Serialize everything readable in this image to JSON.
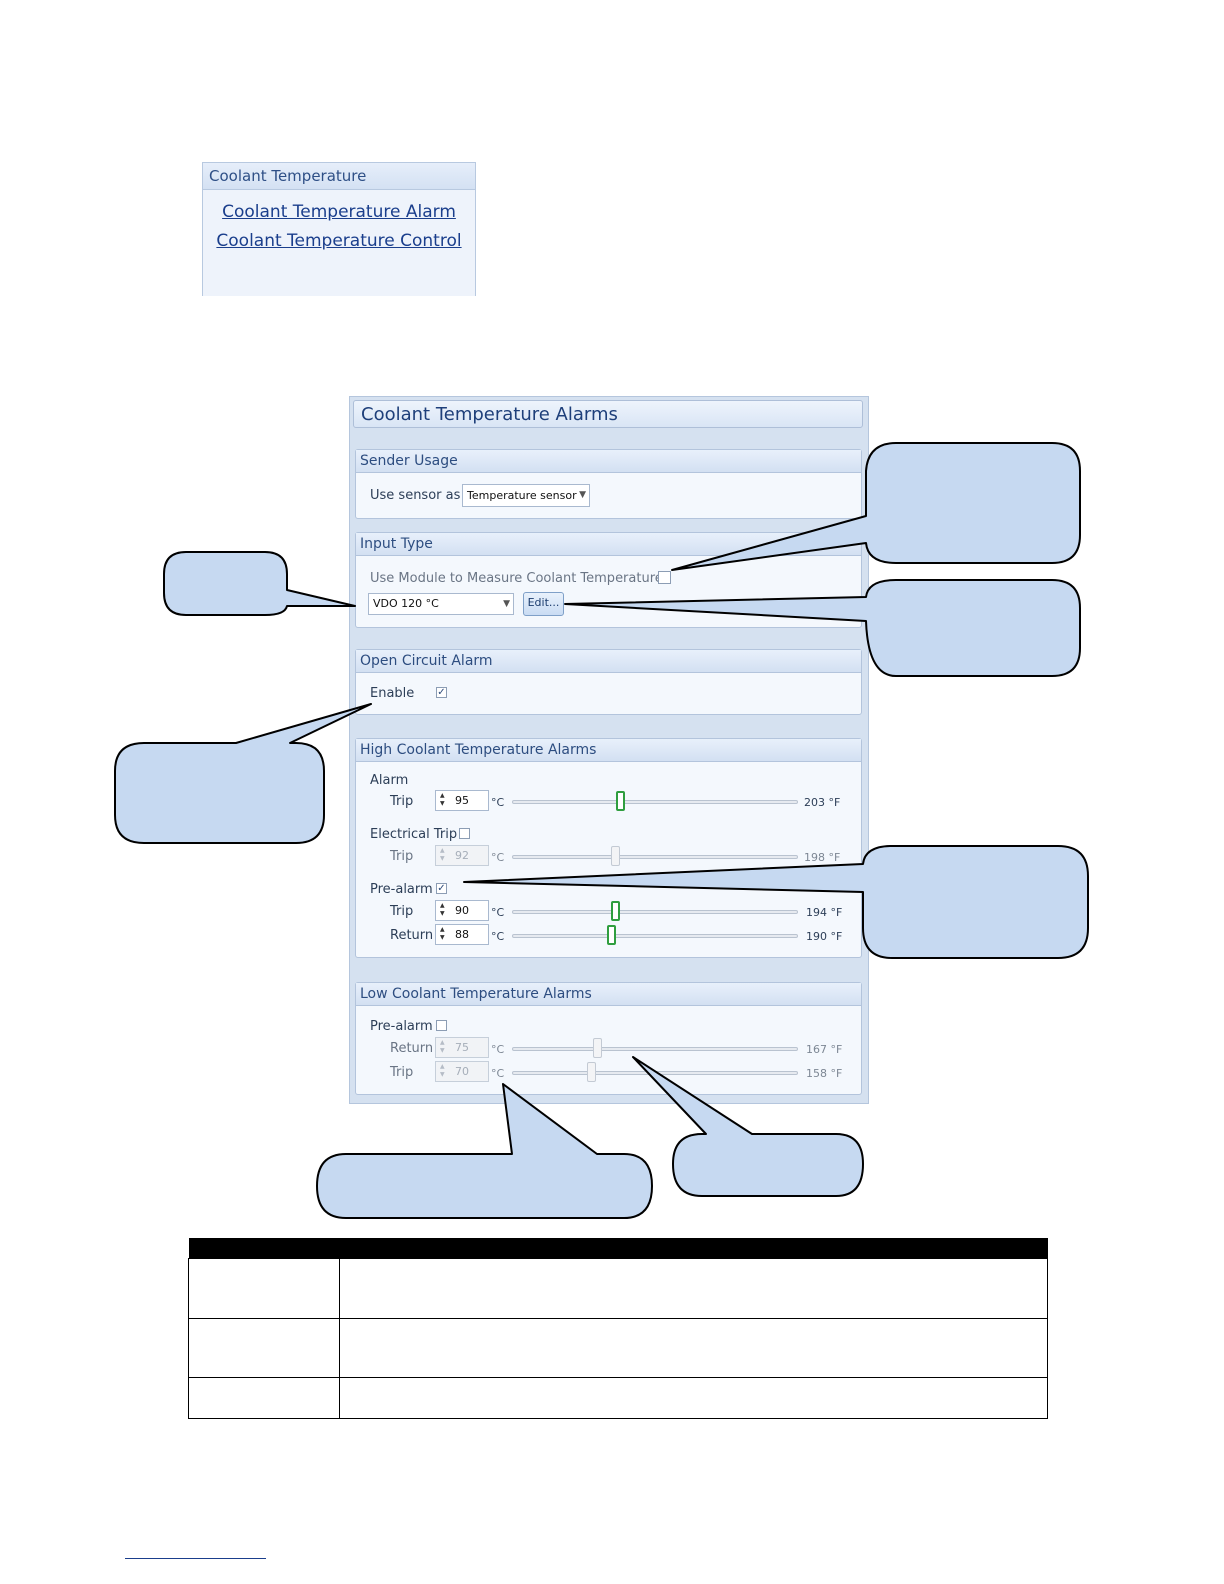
{
  "nav": {
    "title": "Coolant Temperature",
    "links": [
      "Coolant Temperature Alarm",
      "Coolant Temperature Control"
    ]
  },
  "panel": {
    "title": "Coolant Temperature Alarms",
    "sender_usage": {
      "heading": "Sender Usage",
      "use_sensor_label": "Use sensor as",
      "use_sensor_value": "Temperature sensor"
    },
    "input_type": {
      "heading": "Input Type",
      "use_module_label": "Use Module to Measure Coolant Temperature",
      "use_module_checked": false,
      "sender_value": "VDO 120 °C",
      "edit_label": "Edit..."
    },
    "open_circuit": {
      "heading": "Open Circuit Alarm",
      "enable_label": "Enable",
      "enable_checked": true
    },
    "high": {
      "heading": "High Coolant Temperature Alarms",
      "alarm_label": "Alarm",
      "alarm_trip_label": "Trip",
      "alarm_trip_value": "95",
      "alarm_trip_f": "203 °F",
      "elec_trip_label": "Electrical Trip",
      "elec_trip_checked": false,
      "elec_trip_sub_label": "Trip",
      "elec_trip_value": "92",
      "elec_trip_f": "198 °F",
      "prealarm_label": "Pre-alarm",
      "prealarm_checked": true,
      "pre_trip_label": "Trip",
      "pre_trip_value": "90",
      "pre_trip_f": "194 °F",
      "pre_return_label": "Return",
      "pre_return_value": "88",
      "pre_return_f": "190 °F"
    },
    "low": {
      "heading": "Low Coolant Temperature Alarms",
      "prealarm_label": "Pre-alarm",
      "prealarm_checked": false,
      "return_label": "Return",
      "return_value": "75",
      "return_f": "167 °F",
      "trip_label": "Trip",
      "trip_value": "70",
      "trip_f": "158 °F"
    },
    "unit_c": "°C"
  }
}
